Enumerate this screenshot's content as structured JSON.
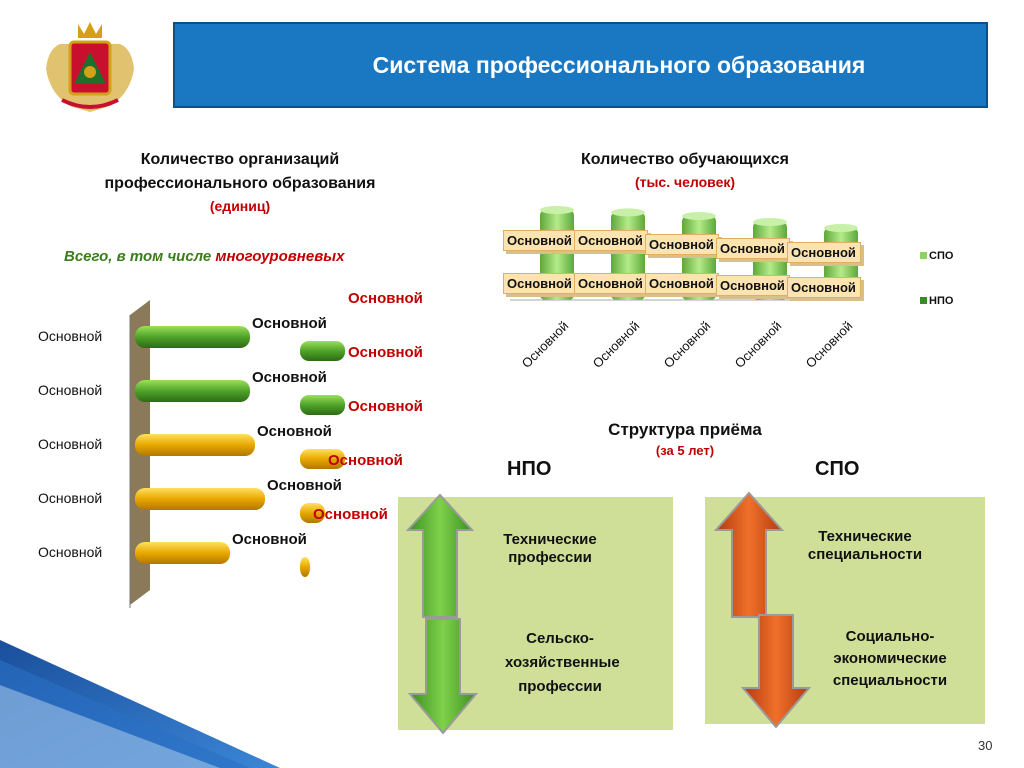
{
  "slide": {
    "title": "Система профессионального образования",
    "page_number": "30"
  },
  "left_chart": {
    "title_line1": "Количество организаций",
    "title_line2": "профессионального образования",
    "unit": "(единиц)",
    "subtitle_prefix": "Всего, в том числе ",
    "subtitle_highlight": "многоуровневых"
  },
  "right_chart": {
    "title": "Количество обучающихся",
    "unit": "(тыс. человек)",
    "legend": [
      "СПО",
      "НПО"
    ]
  },
  "structure": {
    "title": "Структура приёма",
    "unit": "(за 5 лет)",
    "npo_label": "НПО",
    "spo_label": "СПО",
    "npo_up": "Технические профессии",
    "npo_down": "Сельско-хозяйственные профессии",
    "spo_up": "Технические специальности",
    "spo_down": "Социально-экономические специальности"
  },
  "chart_data": [
    {
      "type": "bar",
      "orientation": "horizontal",
      "categories": [
        "Основной",
        "Основной",
        "Основной",
        "Основной",
        "Основной"
      ],
      "series": [
        {
          "values": [
            115,
            115,
            120,
            130,
            95
          ],
          "data_labels": [
            "Основной",
            "Основной",
            "Основной",
            "Основной",
            "Основной"
          ]
        },
        {
          "values": [
            45,
            45,
            45,
            25,
            10
          ],
          "data_labels": [
            "Основной",
            "Основной",
            "Основной",
            "Основной",
            "Основной"
          ]
        }
      ],
      "colors": [
        "#4fa329",
        "#4fa329",
        "#e8a800",
        "#e8a800",
        "#e8a800"
      ]
    },
    {
      "type": "bar",
      "categories": [
        "Основной",
        "Основной",
        "Основной",
        "Основной",
        "Основной"
      ],
      "series": [
        {
          "name": "СПО",
          "values": [
            75,
            73,
            70,
            65,
            60
          ],
          "data_labels": [
            "Основной",
            "Основной",
            "Основной",
            "Основной",
            "Основной"
          ]
        },
        {
          "name": "НПО",
          "values": [
            20,
            20,
            18,
            16,
            14
          ],
          "data_labels": [
            "Основной",
            "Основной",
            "Основной",
            "Основной",
            "Основной"
          ]
        }
      ],
      "legend_position": "right",
      "colors": [
        "#8fcf6a",
        "#3a8a2a"
      ]
    }
  ]
}
